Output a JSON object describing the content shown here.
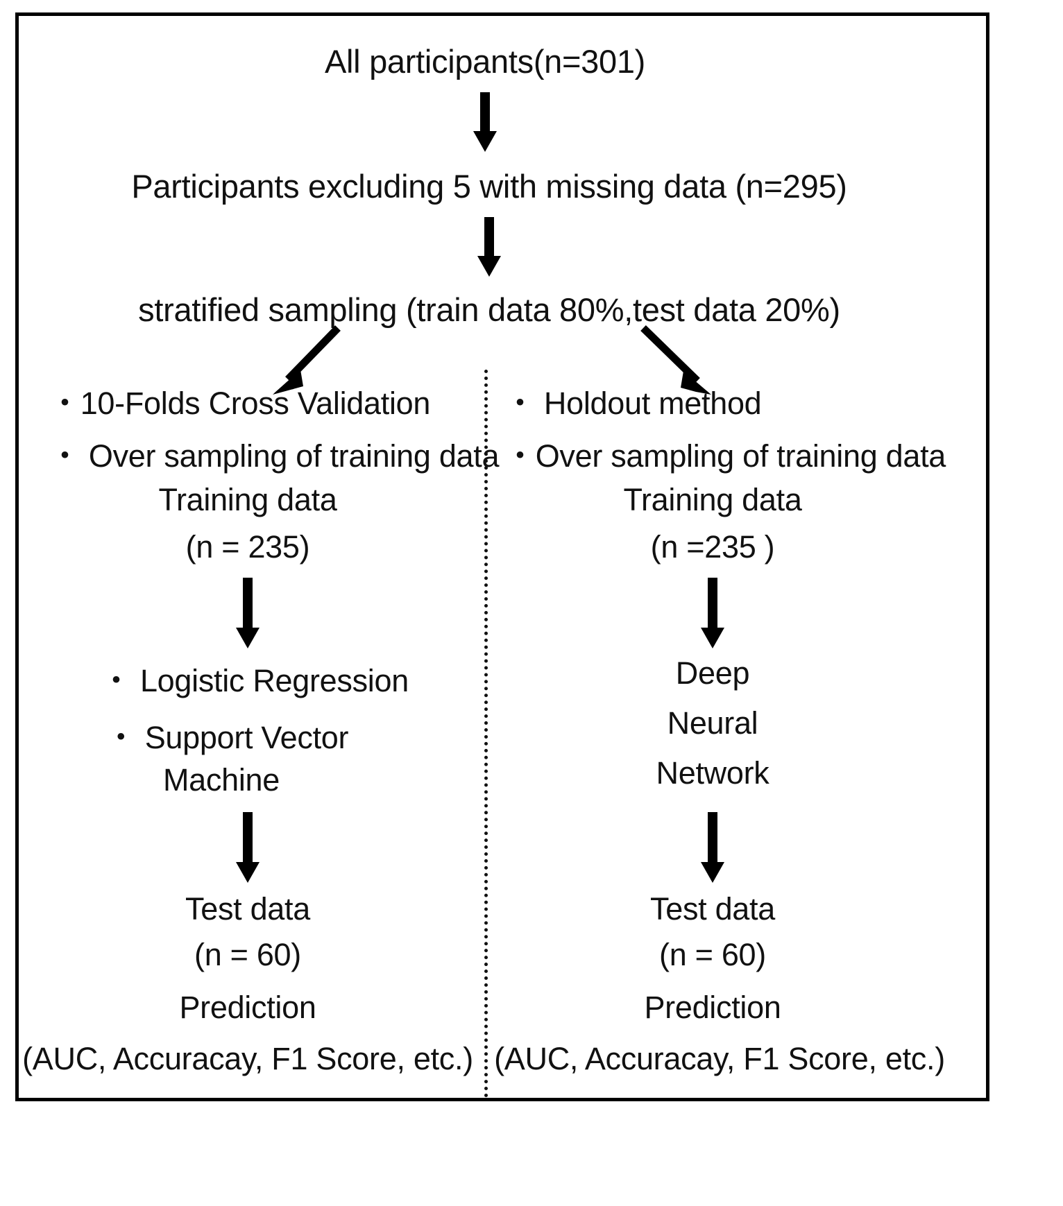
{
  "figure": {
    "type": "flowchart",
    "title": "Study participant flow and machine learning analysis pipeline",
    "nodes": {
      "all_participants": "All participants(n=301)",
      "excluded": "Participants excluding 5 with missing data (n=295)",
      "sampling": "stratified sampling (train data 80%,test data 20%)"
    },
    "branches": [
      {
        "id": "left",
        "validation": "・10-Folds Cross Validation",
        "oversampling": "・ Over sampling of training data",
        "training_label": "Training data",
        "training_n": "(n = 235)",
        "models": [
          "・ Logistic Regression",
          "・ Support Vector",
          "Machine"
        ],
        "test_label": "Test data",
        "test_n": "(n = 60)",
        "prediction_label": "Prediction",
        "prediction_metrics": "(AUC, Accuracay, F1 Score, etc.)"
      },
      {
        "id": "right",
        "validation": "・ Holdout method",
        "oversampling": "・Over sampling of training data",
        "training_label": "Training data",
        "training_n": "(n =235 )",
        "models": [
          "Deep",
          "Neural",
          "Network"
        ],
        "test_label": "Test data",
        "test_n": "(n = 60)",
        "prediction_label": "Prediction",
        "prediction_metrics": "(AUC, Accuracay, F1 Score, etc.)"
      }
    ],
    "colors": {
      "text": "#111111",
      "line": "#000000",
      "background": "#ffffff",
      "border": "#000000"
    }
  }
}
